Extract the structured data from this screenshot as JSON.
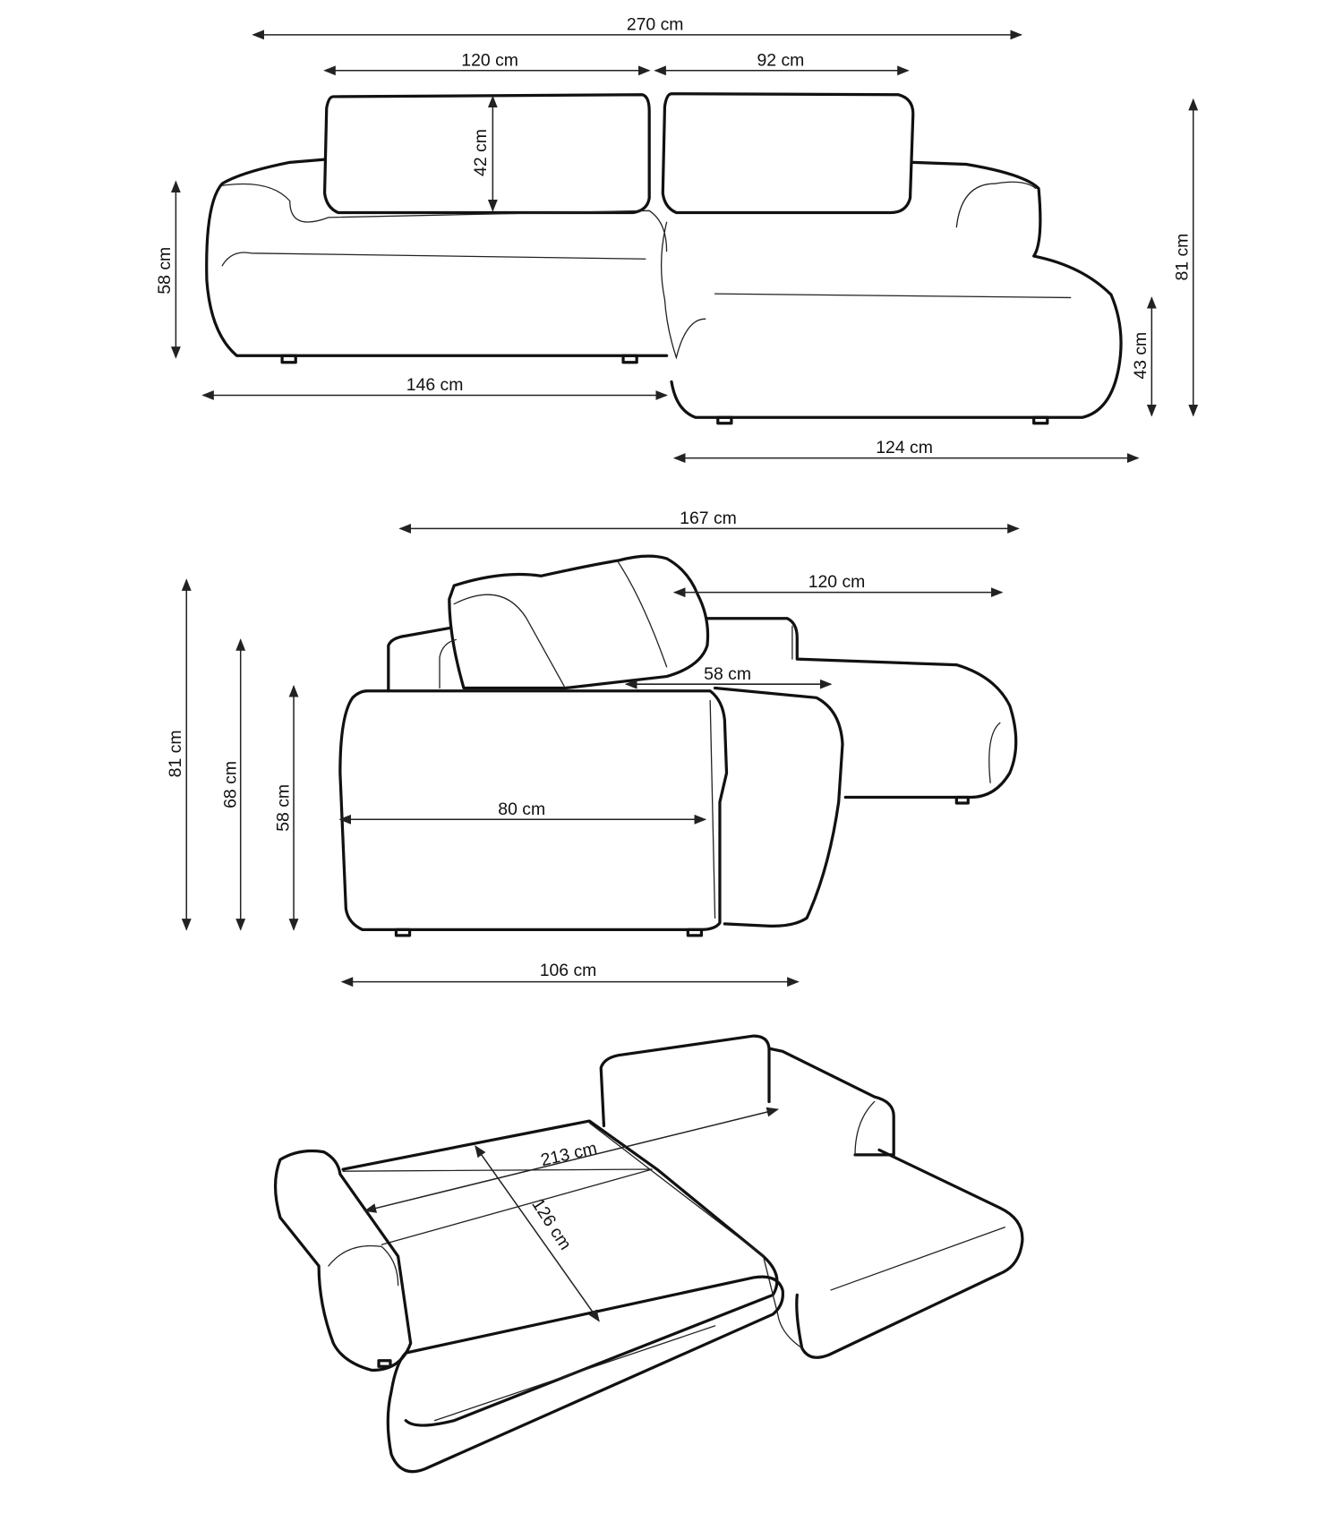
{
  "diagram": {
    "title": "Corner sofa dimensions",
    "top_view": {
      "total_width": "270 cm",
      "left_back_width": "120 cm",
      "right_back_width": "92 cm",
      "back_cushion_height": "42 cm",
      "seat_height_left": "58 cm",
      "total_height": "81 cm",
      "chaise_height": "43 cm",
      "left_section_width": "146 cm",
      "chaise_width": "124 cm"
    },
    "side_view": {
      "total_depth": "167 cm",
      "chaise_length": "120 cm",
      "seat_depth": "58 cm",
      "arm_depth": "80 cm",
      "base_depth": "106 cm",
      "total_height": "81 cm",
      "back_height": "68 cm",
      "arm_height": "58 cm"
    },
    "bed_view": {
      "bed_length": "213 cm",
      "bed_width": "126 cm"
    }
  }
}
